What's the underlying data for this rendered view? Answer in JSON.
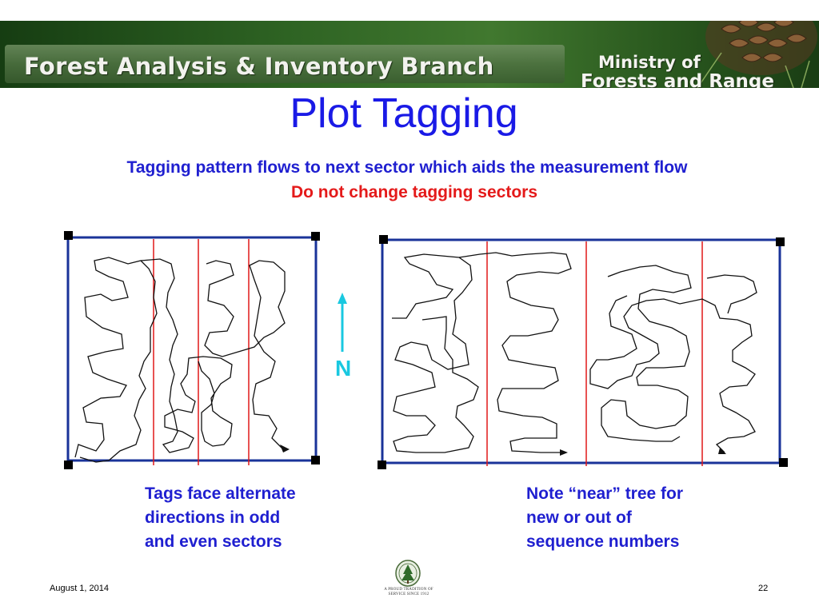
{
  "header": {
    "branch": "Forest Analysis & Inventory Branch",
    "ministry_line1": "Ministry of",
    "ministry_line2": "Forests and Range"
  },
  "slide": {
    "title": "Plot Tagging",
    "subtitle": "Tagging pattern flows to next sector which aids the measurement flow",
    "warning": "Do not change tagging sectors",
    "north": "N",
    "note_left": [
      "Tags face alternate",
      "directions in odd",
      "and even sectors"
    ],
    "note_right": [
      "Note “near” tree for",
      "new or out of",
      "sequence numbers"
    ]
  },
  "footer": {
    "date": "August 1, 2014",
    "page": "22",
    "seal_caption": [
      "A PROUD TRADITION OF",
      "SERVICE SINCE 1912"
    ]
  },
  "colors": {
    "title": "#1a1ae6",
    "text_blue": "#1f1fd0",
    "warning_red": "#e41a1a",
    "plot_border": "#1a3399",
    "sector_line": "#e01818",
    "north_arrow": "#19c8e0"
  }
}
